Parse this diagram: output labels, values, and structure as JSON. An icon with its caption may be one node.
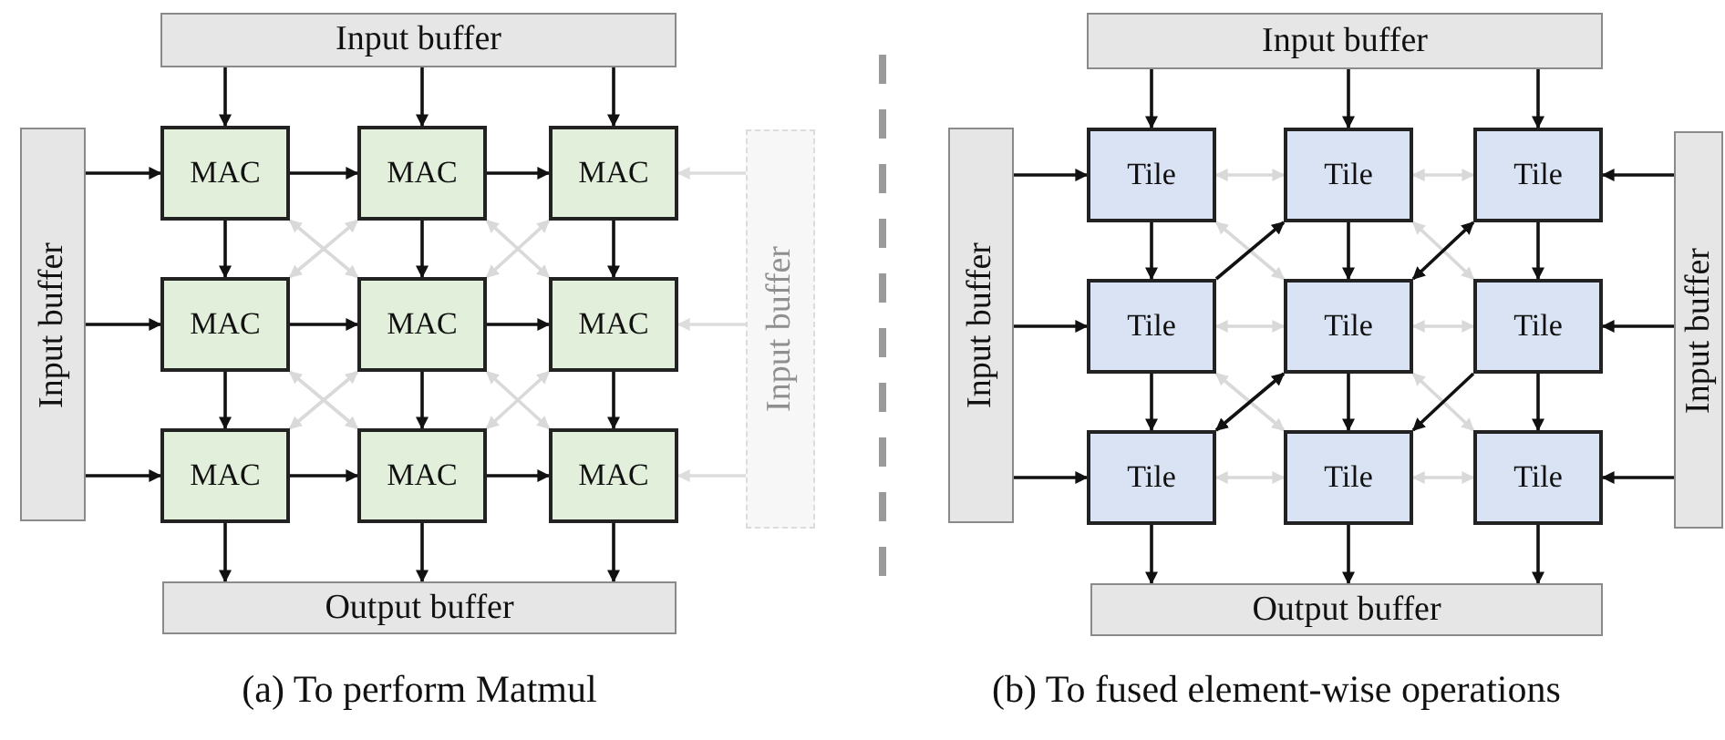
{
  "diagram": {
    "nodes": [
      {
        "text": [
          "Input buffer"
        ]
      },
      {
        "text": [
          "Input buffer"
        ]
      },
      {
        "text": [
          "MAC"
        ]
      },
      {
        "text": [
          "MAC"
        ]
      },
      {
        "text": [
          "MAC"
        ]
      },
      {
        "text": [
          "MAC"
        ]
      },
      {
        "text": [
          "MAC"
        ]
      },
      {
        "text": [
          "MAC"
        ]
      },
      {
        "text": [
          "MAC"
        ]
      },
      {
        "text": [
          "MAC"
        ]
      },
      {
        "text": [
          "MAC"
        ]
      },
      {
        "text": [
          "Input buffer"
        ]
      },
      {
        "text": [
          "Output buffer"
        ]
      },
      {
        "text": [
          "Input buffer"
        ]
      },
      {
        "text": [
          "Input buffer"
        ]
      },
      {
        "text": [
          "Tile"
        ]
      },
      {
        "text": [
          "Tile"
        ]
      },
      {
        "text": [
          "Tile"
        ]
      },
      {
        "text": [
          "Tile"
        ]
      },
      {
        "text": [
          "Tile"
        ]
      },
      {
        "text": [
          "Tile"
        ]
      },
      {
        "text": [
          "Tile"
        ]
      },
      {
        "text": [
          "Tile"
        ]
      },
      {
        "text": [
          "Tile"
        ]
      },
      {
        "text": [
          "Input buffer"
        ]
      },
      {
        "text": [
          "Output buffer"
        ]
      }
    ],
    "edges": [
      {
        "from": 2,
        "to": 6,
        "arrow": "both",
        "color": "#d9d9d9"
      },
      {
        "from": 3,
        "to": 5,
        "arrow": "both",
        "color": "#d9d9d9"
      },
      {
        "from": 3,
        "to": 7,
        "arrow": "both",
        "color": "#d9d9d9"
      },
      {
        "from": 4,
        "to": 6,
        "arrow": "both",
        "color": "#d9d9d9"
      },
      {
        "from": 5,
        "to": 9,
        "arrow": "both",
        "color": "#d9d9d9"
      },
      {
        "from": 6,
        "to": 8,
        "arrow": "both",
        "color": "#d9d9d9"
      },
      {
        "from": 6,
        "to": 10,
        "arrow": "both",
        "color": "#d9d9d9"
      },
      {
        "from": 7,
        "to": 9,
        "arrow": "both",
        "color": "#d9d9d9"
      },
      {
        "from": 0,
        "to": 2,
        "arrow": "to"
      },
      {
        "from": 0,
        "to": 3,
        "arrow": "to"
      },
      {
        "from": 0,
        "to": 4,
        "arrow": "to"
      },
      {
        "from": 1,
        "to": 2,
        "arrow": "to"
      },
      {
        "from": 1,
        "to": 5,
        "arrow": "to"
      },
      {
        "from": 1,
        "to": 8,
        "arrow": "to"
      },
      {
        "from": 2,
        "to": 3,
        "arrow": "to"
      },
      {
        "from": 3,
        "to": 4,
        "arrow": "to"
      },
      {
        "from": 5,
        "to": 6,
        "arrow": "to"
      },
      {
        "from": 6,
        "to": 7,
        "arrow": "to"
      },
      {
        "from": 8,
        "to": 9,
        "arrow": "to"
      },
      {
        "from": 9,
        "to": 10,
        "arrow": "to"
      },
      {
        "from": 2,
        "to": 5,
        "arrow": "to"
      },
      {
        "from": 3,
        "to": 6,
        "arrow": "to"
      },
      {
        "from": 4,
        "to": 7,
        "arrow": "to"
      },
      {
        "from": 5,
        "to": 8,
        "arrow": "to"
      },
      {
        "from": 6,
        "to": 9,
        "arrow": "to"
      },
      {
        "from": 7,
        "to": 10,
        "arrow": "to"
      },
      {
        "from": 8,
        "to": 12,
        "arrow": "to"
      },
      {
        "from": 9,
        "to": 12,
        "arrow": "to"
      },
      {
        "from": 10,
        "to": 12,
        "arrow": "to"
      },
      {
        "from": 11,
        "to": 4,
        "arrow": "to",
        "color": "#dddddd"
      },
      {
        "from": 11,
        "to": 7,
        "arrow": "to",
        "color": "#dddddd"
      },
      {
        "from": 11,
        "to": 10,
        "arrow": "to",
        "color": "#dddddd"
      },
      {
        "from": 15,
        "to": 16,
        "arrow": "both",
        "color": "#d9d9d9"
      },
      {
        "from": 16,
        "to": 17,
        "arrow": "both",
        "color": "#d9d9d9"
      },
      {
        "from": 18,
        "to": 19,
        "arrow": "both",
        "color": "#d9d9d9"
      },
      {
        "from": 19,
        "to": 20,
        "arrow": "both",
        "color": "#d9d9d9"
      },
      {
        "from": 21,
        "to": 22,
        "arrow": "both",
        "color": "#d9d9d9"
      },
      {
        "from": 22,
        "to": 23,
        "arrow": "both",
        "color": "#d9d9d9"
      },
      {
        "from": 15,
        "to": 19,
        "arrow": "both",
        "color": "#d9d9d9"
      },
      {
        "from": 16,
        "to": 20,
        "arrow": "both",
        "color": "#d9d9d9"
      },
      {
        "from": 18,
        "to": 22,
        "arrow": "both",
        "color": "#d9d9d9"
      },
      {
        "from": 19,
        "to": 23,
        "arrow": "both",
        "color": "#d9d9d9"
      },
      {
        "from": 13,
        "to": 15,
        "arrow": "to"
      },
      {
        "from": 13,
        "to": 16,
        "arrow": "to"
      },
      {
        "from": 13,
        "to": 17,
        "arrow": "to"
      },
      {
        "from": 14,
        "to": 15,
        "arrow": "to"
      },
      {
        "from": 14,
        "to": 18,
        "arrow": "to"
      },
      {
        "from": 14,
        "to": 21,
        "arrow": "to"
      },
      {
        "from": 24,
        "to": 17,
        "arrow": "to"
      },
      {
        "from": 24,
        "to": 20,
        "arrow": "to"
      },
      {
        "from": 24,
        "to": 23,
        "arrow": "to"
      },
      {
        "from": 18,
        "to": 16,
        "arrow": "to"
      },
      {
        "from": 17,
        "to": 19,
        "arrow": "both"
      },
      {
        "from": 19,
        "to": 21,
        "arrow": "both"
      },
      {
        "from": 20,
        "to": 22,
        "arrow": "to"
      },
      {
        "from": 15,
        "to": 18,
        "arrow": "to"
      },
      {
        "from": 16,
        "to": 19,
        "arrow": "to"
      },
      {
        "from": 17,
        "to": 20,
        "arrow": "to"
      },
      {
        "from": 18,
        "to": 21,
        "arrow": "to"
      },
      {
        "from": 19,
        "to": 22,
        "arrow": "to"
      },
      {
        "from": 20,
        "to": 23,
        "arrow": "to"
      },
      {
        "from": 21,
        "to": 25,
        "arrow": "to"
      },
      {
        "from": 22,
        "to": 25,
        "arrow": "to"
      },
      {
        "from": 23,
        "to": 25,
        "arrow": "to"
      }
    ],
    "labels": [
      "(a) To perform Matmul",
      "(b) To fused element-wise operations"
    ]
  }
}
